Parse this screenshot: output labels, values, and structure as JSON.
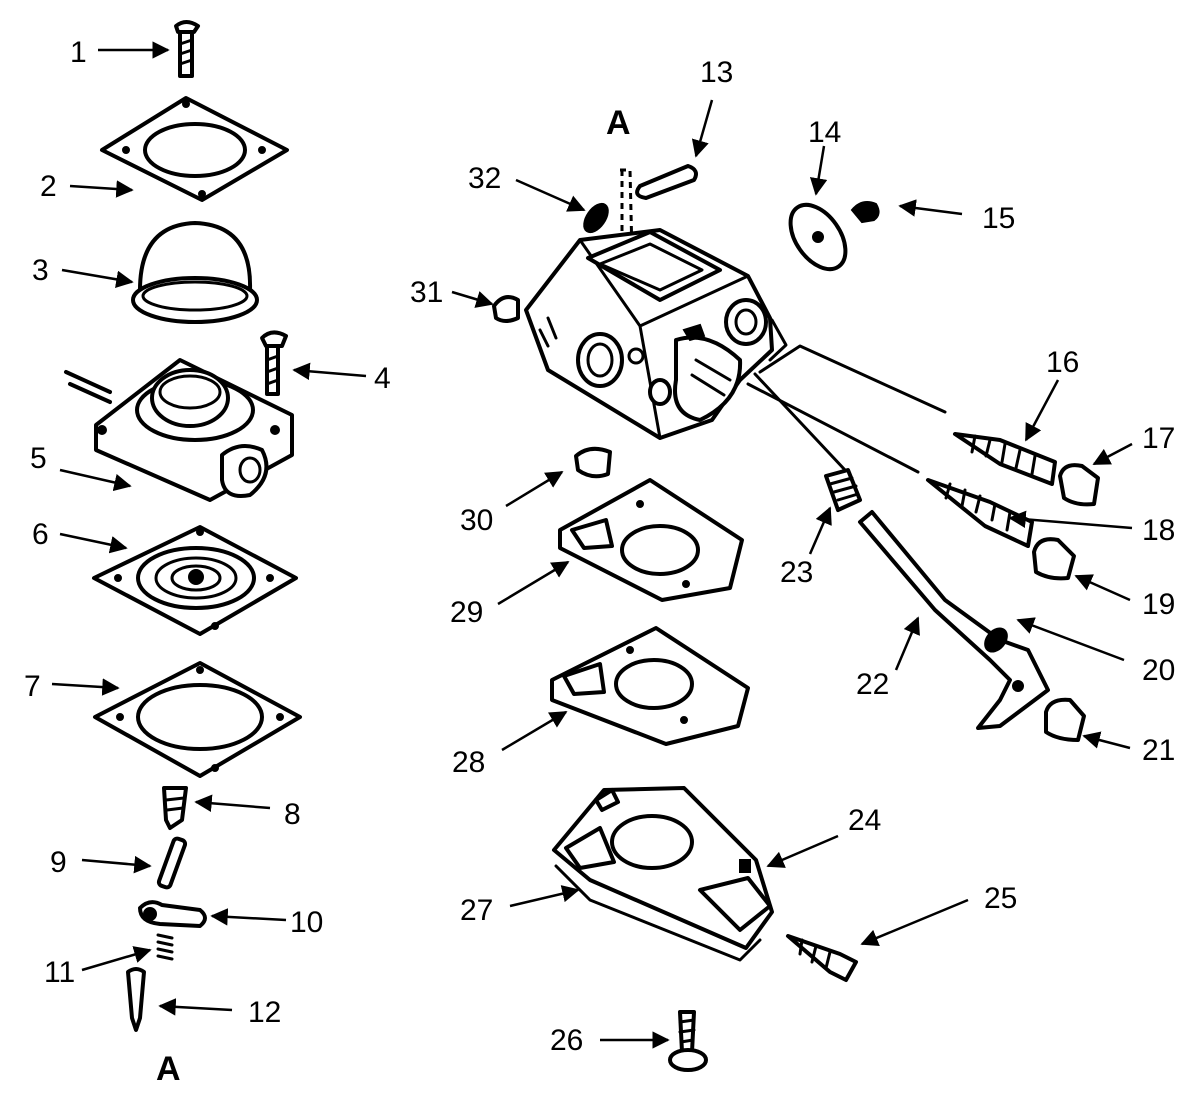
{
  "section_markers": [
    "A",
    "A"
  ],
  "callouts": [
    "1",
    "2",
    "3",
    "4",
    "5",
    "6",
    "7",
    "8",
    "9",
    "10",
    "11",
    "12",
    "13",
    "14",
    "15",
    "16",
    "17",
    "18",
    "19",
    "20",
    "21",
    "22",
    "23",
    "24",
    "25",
    "26",
    "27",
    "28",
    "29",
    "30",
    "31",
    "32"
  ],
  "colors": {
    "ink": "#000000",
    "paper": "#ffffff"
  }
}
